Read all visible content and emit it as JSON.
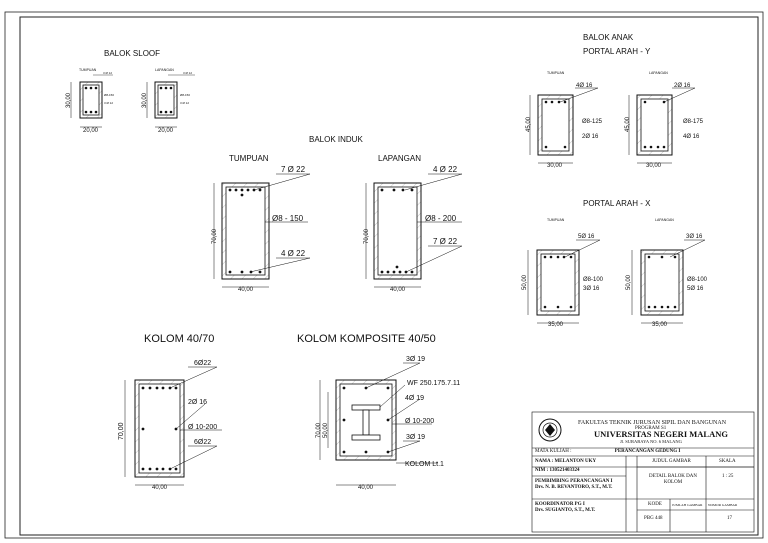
{
  "titles": {
    "balok_sloof": "BALOK SLOOF",
    "balok_anak": "BALOK ANAK",
    "portal_y": "PORTAL ARAH - Y",
    "portal_x": "PORTAL ARAH - X",
    "balok_induk": "BALOK INDUK",
    "kolom": "KOLOM 40/70",
    "kolom_komposite": "KOLOM KOMPOSITE 40/50"
  },
  "labels": {
    "tumpuan_small": "TUMPUAN",
    "lapangan_small": "LAPANGAN",
    "tumpuan": "TUMPUAN",
    "lapangan": "LAPANGAN"
  },
  "sloof": {
    "dim_h": "30,00",
    "dim_w": "20,00",
    "t_top": "3 Ø 12",
    "t_mid": "Ø8-150",
    "t_bot": "3 Ø 12",
    "l_top": "3 Ø 12",
    "l_mid": "Ø8-150",
    "l_bot": "3 Ø 12"
  },
  "portal_y": {
    "t_top": "4Ø 16",
    "t_stir": "Ø8-125",
    "t_bot": "2Ø 16",
    "t_dim_h": "45,00",
    "t_dim_w": "30,00",
    "l_top": "2Ø 16",
    "l_stir": "Ø8-175",
    "l_bot": "4Ø 16",
    "l_dim_h": "45,00",
    "l_dim_w": "30,00"
  },
  "portal_x": {
    "t_top": "5Ø 16",
    "t_stir": "Ø8-100",
    "t_bot": "3Ø 16",
    "t_dim_h": "50,00",
    "t_dim_w": "35,00",
    "l_top": "3Ø 16",
    "l_stir": "Ø8-100",
    "l_bot": "5Ø 16",
    "l_dim_h": "50,00",
    "l_dim_w": "35,00"
  },
  "induk": {
    "t_top": "7 Ø 22",
    "t_stir": "Ø8 - 150",
    "t_bot": "4 Ø 22",
    "t_dim_h": "70,00",
    "t_dim_w": "40,00",
    "l_top": "4 Ø 22",
    "l_stir": "Ø8 - 200",
    "l_bot": "7 Ø 22",
    "l_dim_h": "70,00",
    "l_dim_w": "40,00"
  },
  "kolom": {
    "top": "6Ø22",
    "side": "2Ø 16",
    "stir": "Ø 10-200",
    "bot": "6Ø22",
    "dim_h": "70,00",
    "dim_w": "40,00"
  },
  "komposite": {
    "top": "3Ø 19",
    "wf": "WF 250.175.7.11",
    "side": "4Ø 19",
    "stir": "Ø 10-200",
    "bot": "3Ø 19",
    "floor": "KOLOM Lt.1",
    "dim_h_outer": "70,00",
    "dim_h_inner": "50,00",
    "dim_w": "40,00"
  },
  "title_block": {
    "faculty": "FAKULTAS TEKNIK JURUSAN SIPIL DAN BANGUNAN",
    "program": "PROGRAM S1",
    "university": "UNIVERSITAS NEGERI MALANG",
    "address": "Jl. SURABAYA NO. 6 MALANG",
    "course_label": "MATA KULIAH :",
    "course_value": "PERANCANGAN GEDUNG I",
    "name": "NAMA : MELANTON UKY",
    "nim": "NIM   : 130521403324",
    "advisor_label": "PEMBIMBING PERANCANGAN I",
    "advisor_name": "Drs. N. B. REVANTORO, S.T., M.T.",
    "coordinator_label": "KOORDINATOR PG I",
    "coordinator_name": "Drs. SUGIANTO, S.T., M.T.",
    "judul_label": "JUDUL GAMBAR",
    "judul_value": "DETAIL BALOK DAN KOLOM",
    "skala_label": "SKALA",
    "skala_value": "1 : 25",
    "kode_label": "KODE",
    "jumlah_label": "JUMLAH GAMBAR",
    "nomor_label": "NOMOR GAMBAR",
    "kode_value": "PBG 448",
    "nomor_value": "17"
  }
}
